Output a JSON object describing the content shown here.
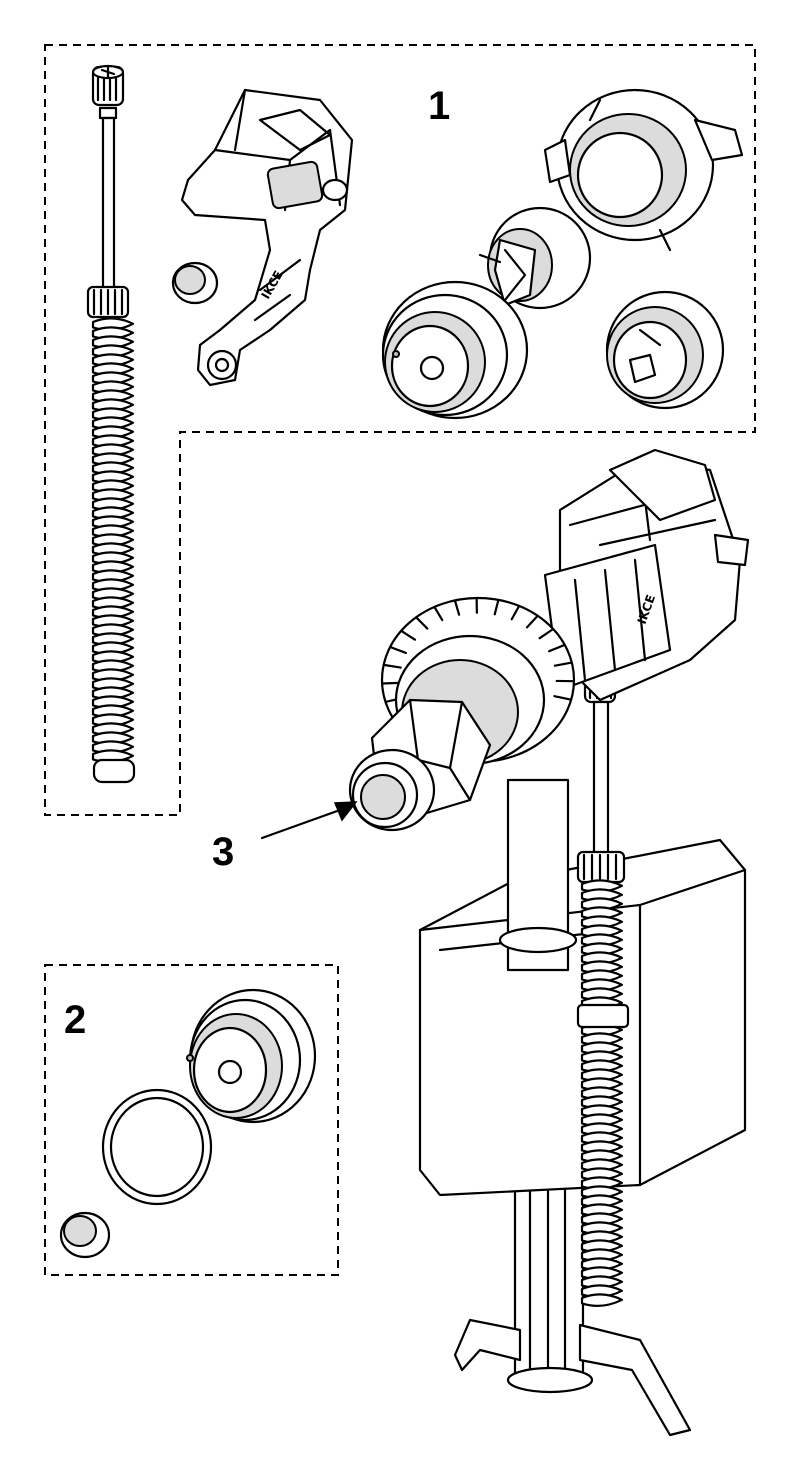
{
  "callouts": {
    "kit_1": "1",
    "kit_2": "2",
    "part_3": "3"
  },
  "colors": {
    "line": "#000000",
    "fill": "#ffffff",
    "shade": "#dcdcdc"
  }
}
